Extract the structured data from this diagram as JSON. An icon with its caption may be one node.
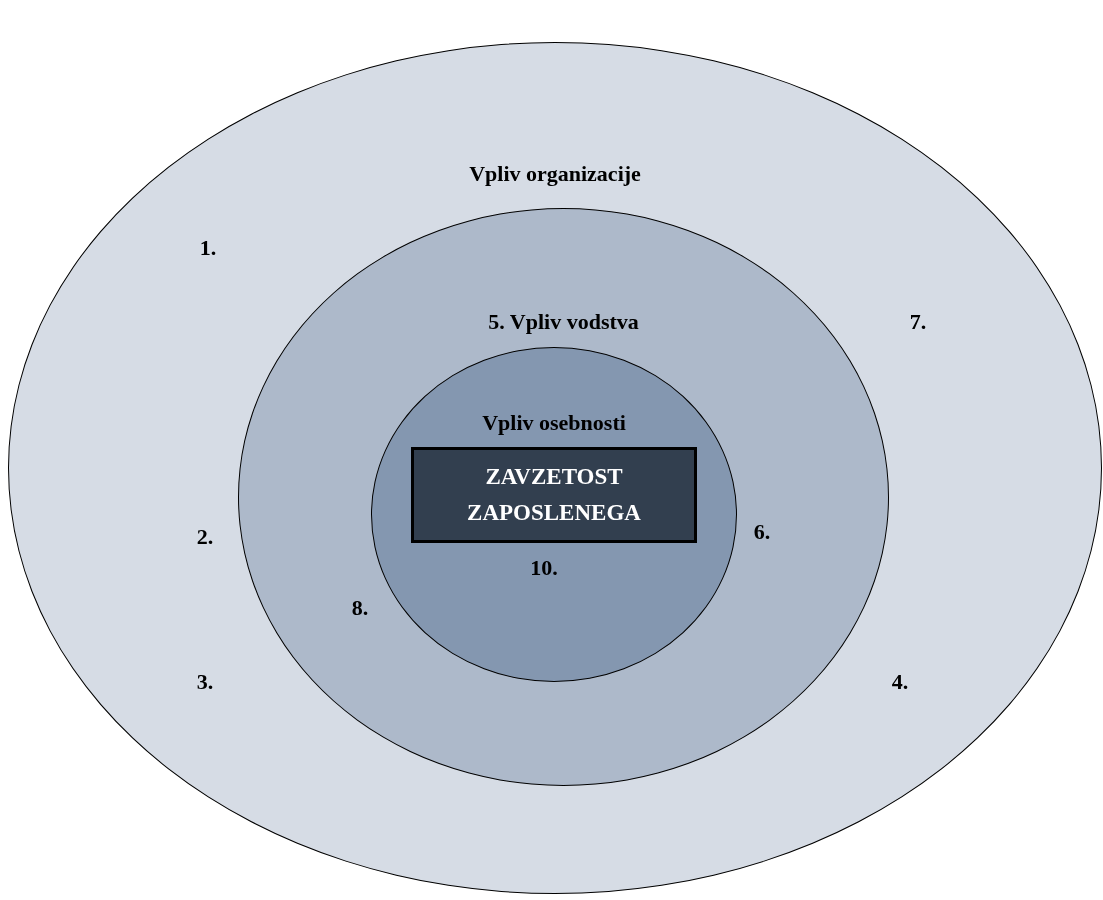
{
  "diagram": {
    "nodes": [
      {
        "text": [
          "Vpliv organizacije"
        ]
      },
      {
        "text": [
          "5. Vpliv vodstva"
        ],
        "in": 0
      },
      {
        "text": [
          "Vpliv osebnosti"
        ],
        "in": 1
      },
      {
        "text": [
          "ZAVZETOST ZAPOSLENEGA"
        ],
        "in": 2
      }
    ],
    "labels": [
      "1.",
      "7.",
      "2.",
      "6.",
      "10.",
      "8.",
      "3.",
      "4."
    ]
  }
}
